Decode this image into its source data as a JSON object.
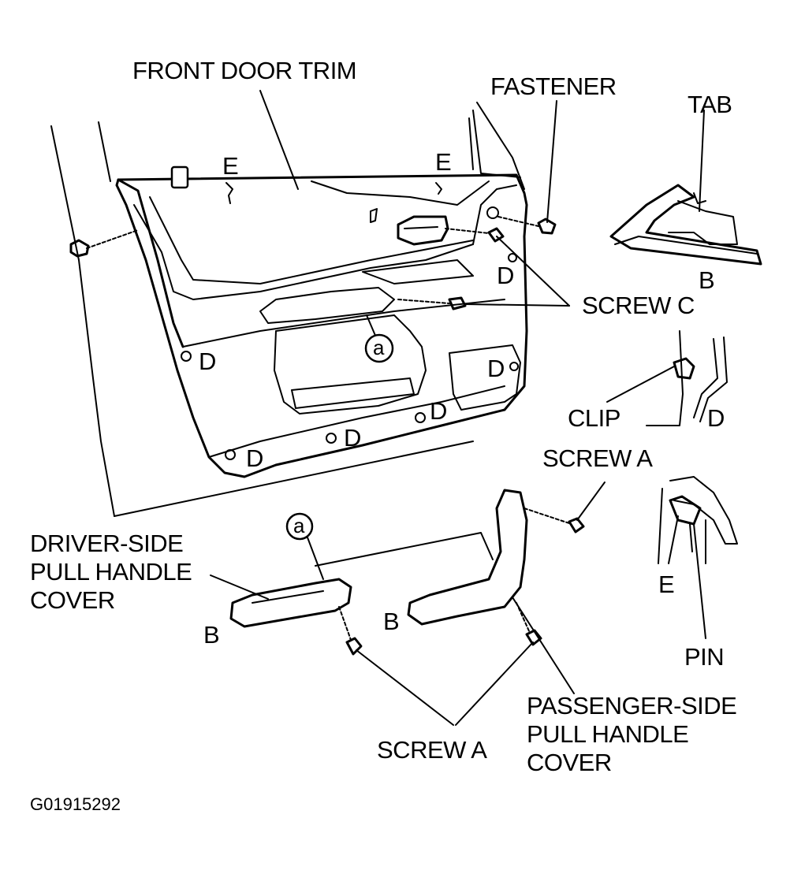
{
  "figure_code": "G01915292",
  "labels": {
    "front_door_trim": "FRONT DOOR TRIM",
    "fastener": "FASTENER",
    "tab": "TAB",
    "screw_c": "SCREW C",
    "clip": "CLIP",
    "screw_a_top": "SCREW A",
    "screw_a_bottom": "SCREW A",
    "pin": "PIN",
    "driver_side_cover": "DRIVER-SIDE PULL HANDLE COVER",
    "passenger_side_cover": "PASSENGER-SIDE PULL HANDLE COVER"
  },
  "letters": {
    "e_top_left": "E",
    "e_top_right": "E",
    "b_tab": "B",
    "d_upper_right": "D",
    "d_left": "D",
    "d_right": "D",
    "d_bottom_right": "D",
    "d_bottom_mid": "D",
    "d_bottom_left": "D",
    "d_clip": "D",
    "e_pin": "E",
    "b_driver": "B",
    "b_passenger": "B",
    "a_panel": "a",
    "a_cover": "a"
  }
}
